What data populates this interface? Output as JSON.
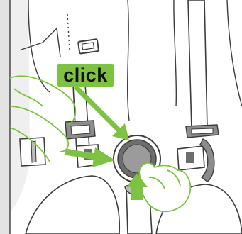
{
  "callout": {
    "label": "click"
  },
  "colors": {
    "accent": "#7dc242",
    "line": "#3c3c3c",
    "panel": "#e3e3e3",
    "button_ring": "#6d6d6d",
    "button_face": "#9b9b9b"
  },
  "icons": [
    "buckle-release-button",
    "harness-strap",
    "chest-clip",
    "hand",
    "arrow"
  ]
}
